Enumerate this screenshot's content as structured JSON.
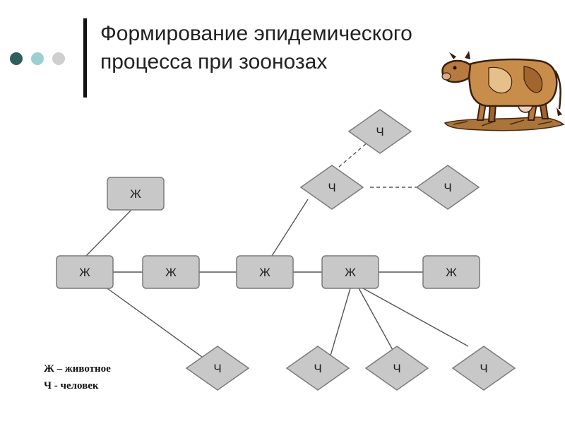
{
  "title": {
    "line1": "Формирование эпидемического",
    "line2": "процесса при зоонозах"
  },
  "decor": {
    "dot_colors": [
      "#2f5f5c",
      "#9ccfd0",
      "#cfcfcf"
    ],
    "accent": "#111111",
    "node_fill": "#c8c8c8",
    "node_stroke": "#7a7a7a",
    "image": "cow-illustration"
  },
  "diagram": {
    "nodes": [
      {
        "id": "a1",
        "label": "Ж",
        "kind": "animal"
      },
      {
        "id": "a2",
        "label": "Ж",
        "kind": "animal"
      },
      {
        "id": "a3",
        "label": "Ж",
        "kind": "animal"
      },
      {
        "id": "a4",
        "label": "Ж",
        "kind": "animal"
      },
      {
        "id": "a5",
        "label": "Ж",
        "kind": "animal"
      },
      {
        "id": "a6",
        "label": "Ж",
        "kind": "animal"
      },
      {
        "id": "h1",
        "label": "Ч",
        "kind": "human"
      },
      {
        "id": "h2",
        "label": "Ч",
        "kind": "human"
      },
      {
        "id": "h3",
        "label": "Ч",
        "kind": "human"
      },
      {
        "id": "h4",
        "label": "Ч",
        "kind": "human"
      },
      {
        "id": "h5",
        "label": "Ч",
        "kind": "human"
      },
      {
        "id": "h6",
        "label": "Ч",
        "kind": "human"
      },
      {
        "id": "h7",
        "label": "Ч",
        "kind": "human"
      }
    ],
    "edges": [
      {
        "from": "a1",
        "to": "a2",
        "style": "solid"
      },
      {
        "from": "a2",
        "to": "a3",
        "style": "solid"
      },
      {
        "from": "a3",
        "to": "a4",
        "style": "solid"
      },
      {
        "from": "a4",
        "to": "a5",
        "style": "solid"
      },
      {
        "from": "a5",
        "to": "a6",
        "style": "solid"
      },
      {
        "from": "a2",
        "to": "h4",
        "style": "solid"
      },
      {
        "from": "a4",
        "to": "h1",
        "style": "solid"
      },
      {
        "from": "h1",
        "to": "h2",
        "style": "dashed"
      },
      {
        "from": "h1",
        "to": "h3",
        "style": "dashed"
      },
      {
        "from": "a5",
        "to": "h5",
        "style": "solid"
      },
      {
        "from": "a5",
        "to": "h6",
        "style": "solid"
      },
      {
        "from": "a5",
        "to": "h7",
        "style": "solid"
      }
    ]
  },
  "legend": {
    "animal": "Ж – животное",
    "human": "Ч - человек"
  }
}
